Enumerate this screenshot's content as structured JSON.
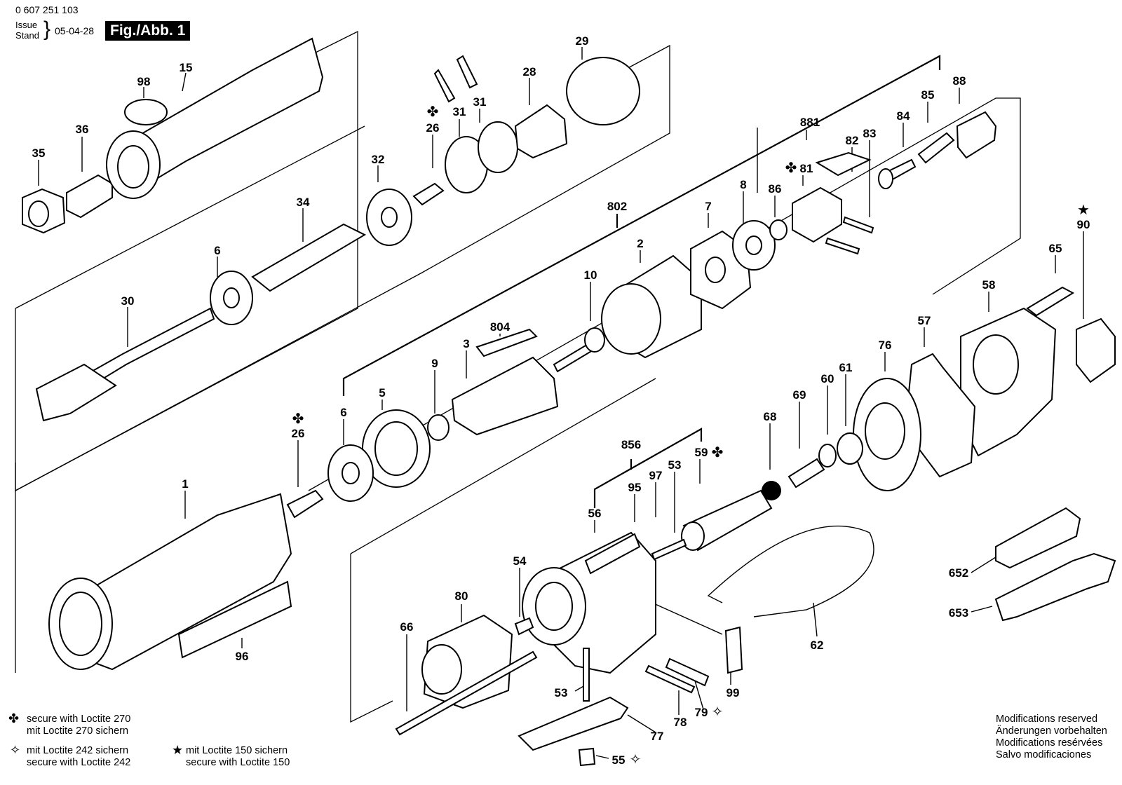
{
  "header": {
    "doc_number": "0 607 251 103",
    "issue_label": "Issue",
    "stand_label": "Stand",
    "date": "05-04-28",
    "figure_label": "Fig./Abb. 1"
  },
  "parts": {
    "p98": "98",
    "p15": "15",
    "p36": "36",
    "p35": "35",
    "p34": "34",
    "p32": "32",
    "p26a": "26",
    "p31a": "31",
    "p31b": "31",
    "p28": "28",
    "p29": "29",
    "p6a": "6",
    "p30": "30",
    "p802": "802",
    "p881": "881",
    "p88": "88",
    "p85": "85",
    "p84": "84",
    "p82": "82",
    "p83": "83",
    "p81": "81",
    "p86": "86",
    "p8": "8",
    "p7": "7",
    "p2": "2",
    "p10": "10",
    "p804": "804",
    "p3": "3",
    "p9": "9",
    "p5": "5",
    "p6b": "6",
    "p26b": "26",
    "p90": "90",
    "p65": "65",
    "p58": "58",
    "p57": "57",
    "p76": "76",
    "p61": "61",
    "p60": "60",
    "p69": "69",
    "p68": "68",
    "p856": "856",
    "p59": "59",
    "p53a": "53",
    "p97": "97",
    "p95": "95",
    "p56": "56",
    "p1": "1",
    "p96": "96",
    "p54": "54",
    "p80": "80",
    "p66": "66",
    "p62": "62",
    "p652": "652",
    "p653": "653",
    "p53b": "53",
    "p99": "99",
    "p79": "79",
    "p78": "78",
    "p77": "77",
    "p55": "55"
  },
  "legend": {
    "loctite270_en": "secure with Loctite 270",
    "loctite270_de": "mit Loctite 270 sichern",
    "loctite242_de": "mit Loctite 242 sichern",
    "loctite242_en": "secure with Loctite 242",
    "loctite150_de": "mit Loctite 150 sichern",
    "loctite150_en": "secure with Loctite 150"
  },
  "symbols": {
    "clover": "✤",
    "star_outline": "✧",
    "star": "★"
  },
  "modifications": {
    "en": "Modifications reserved",
    "de": "Änderungen vorbehalten",
    "fr": "Modifications resérvées",
    "es": "Salvo modificaciones"
  }
}
